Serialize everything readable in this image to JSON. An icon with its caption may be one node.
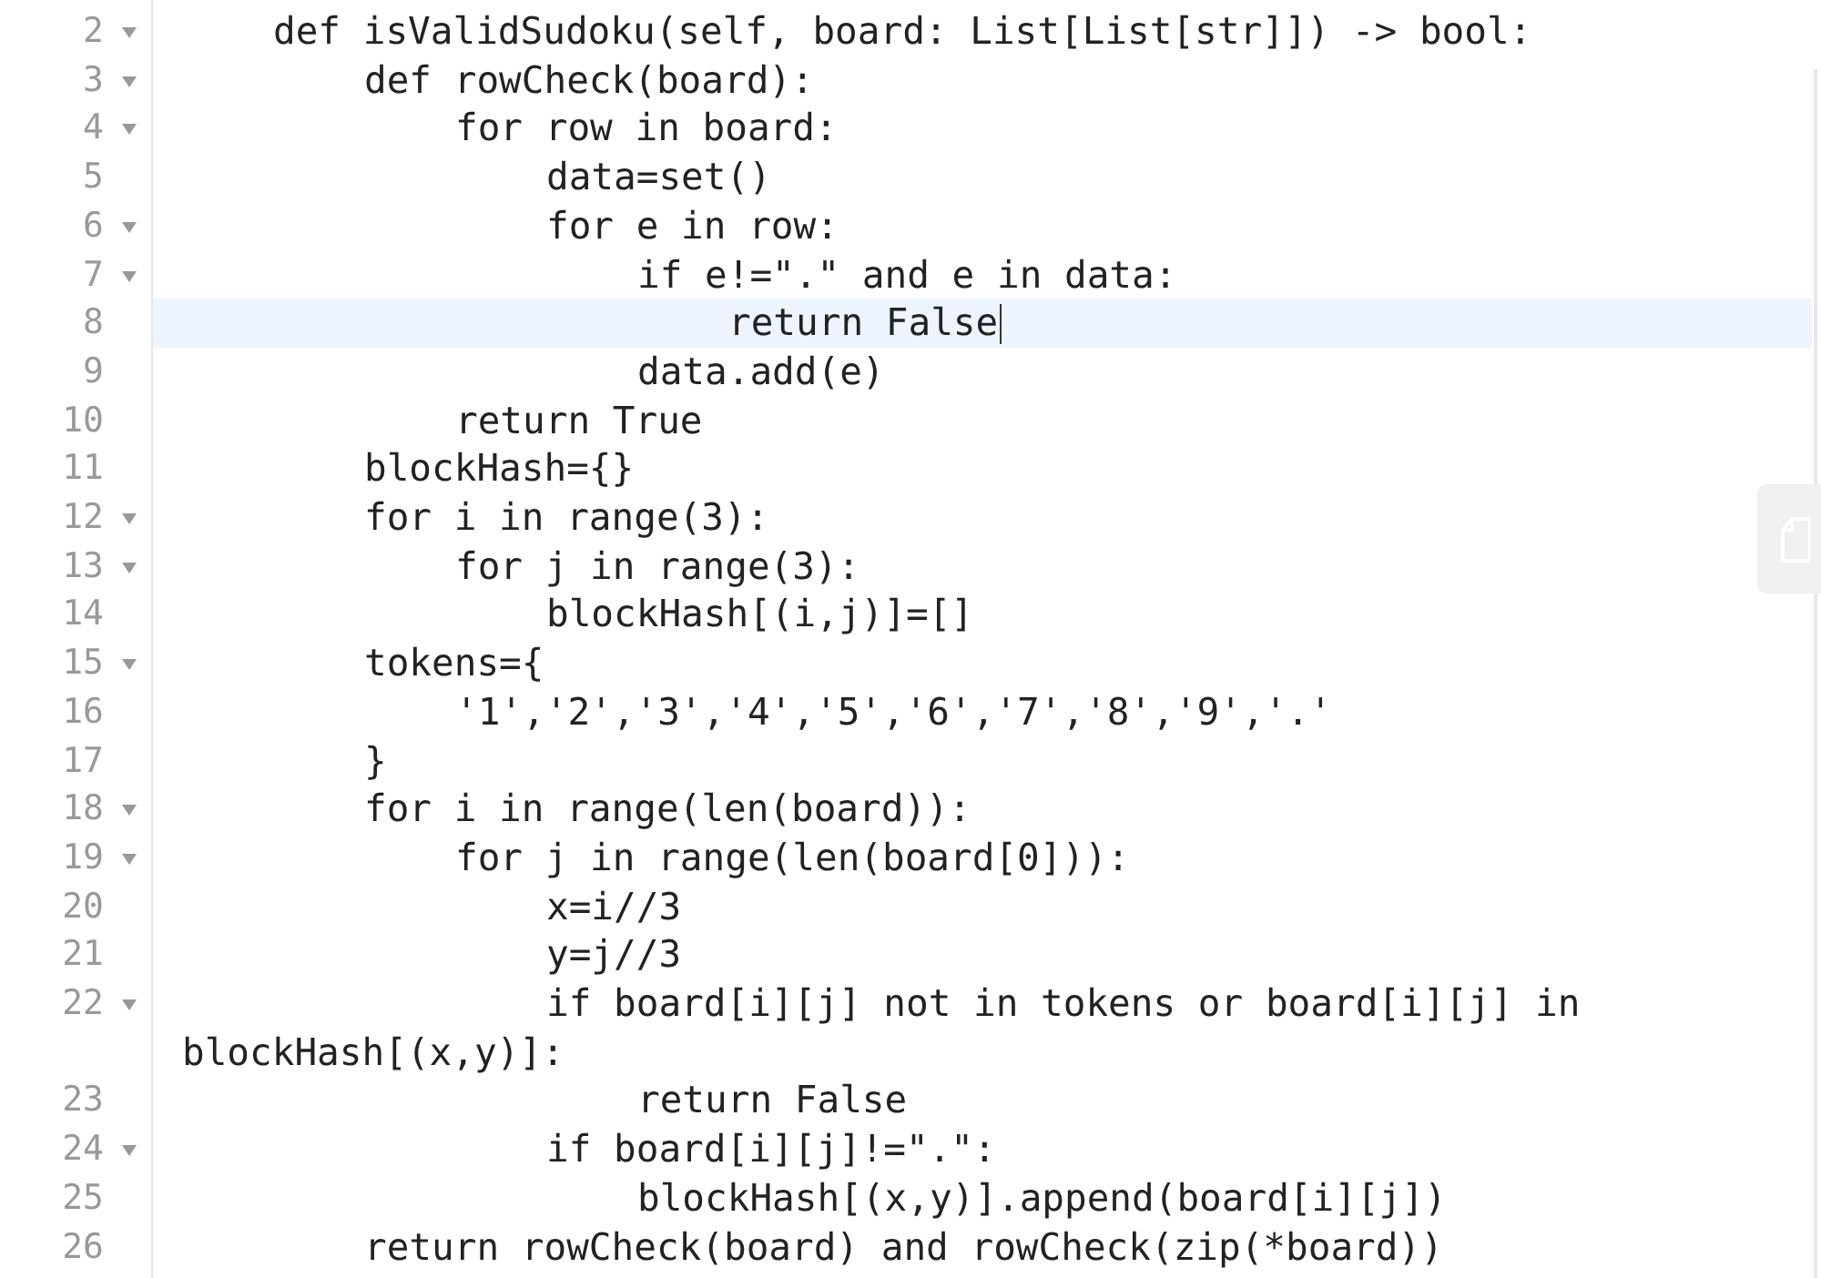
{
  "diagram": {
    "labels": [
      "2",
      "def isValidSudoku(self, board: List[List[str]]) -> bool:",
      "3",
      "def rowCheck(board):",
      "4",
      "for row in board:",
      "5",
      "data=set()",
      "6",
      "for e in row:",
      "7",
      "if e!=\".\" and e in data:",
      "8",
      "return False",
      "9",
      "data.add(e)",
      "10",
      "return True",
      "11",
      "blockHash={}",
      "12",
      "for i in range(3):",
      "13",
      "for j in range(3):",
      "14",
      "blockHash[(i,j)]=[]",
      "15",
      "tokens={",
      "16",
      "'1','2','3','4','5','6','7','8','9','.'",
      "17",
      "}",
      "18",
      "for i in range(len(board)):",
      "19",
      "for j in range(len(board[0])):",
      "20",
      "x=i//3",
      "21",
      "y=j//3",
      "22",
      "if board[i][j] not in tokens or board[i][j] in blockHash[(x,y)]:",
      "23",
      "return False",
      "24",
      "if board[i][j]!=\".\":",
      "25",
      "blockHash[(x,y)].append(board[i][j])",
      "26",
      "return rowCheck(board) and rowCheck(zip(*board))"
    ]
  }
}
